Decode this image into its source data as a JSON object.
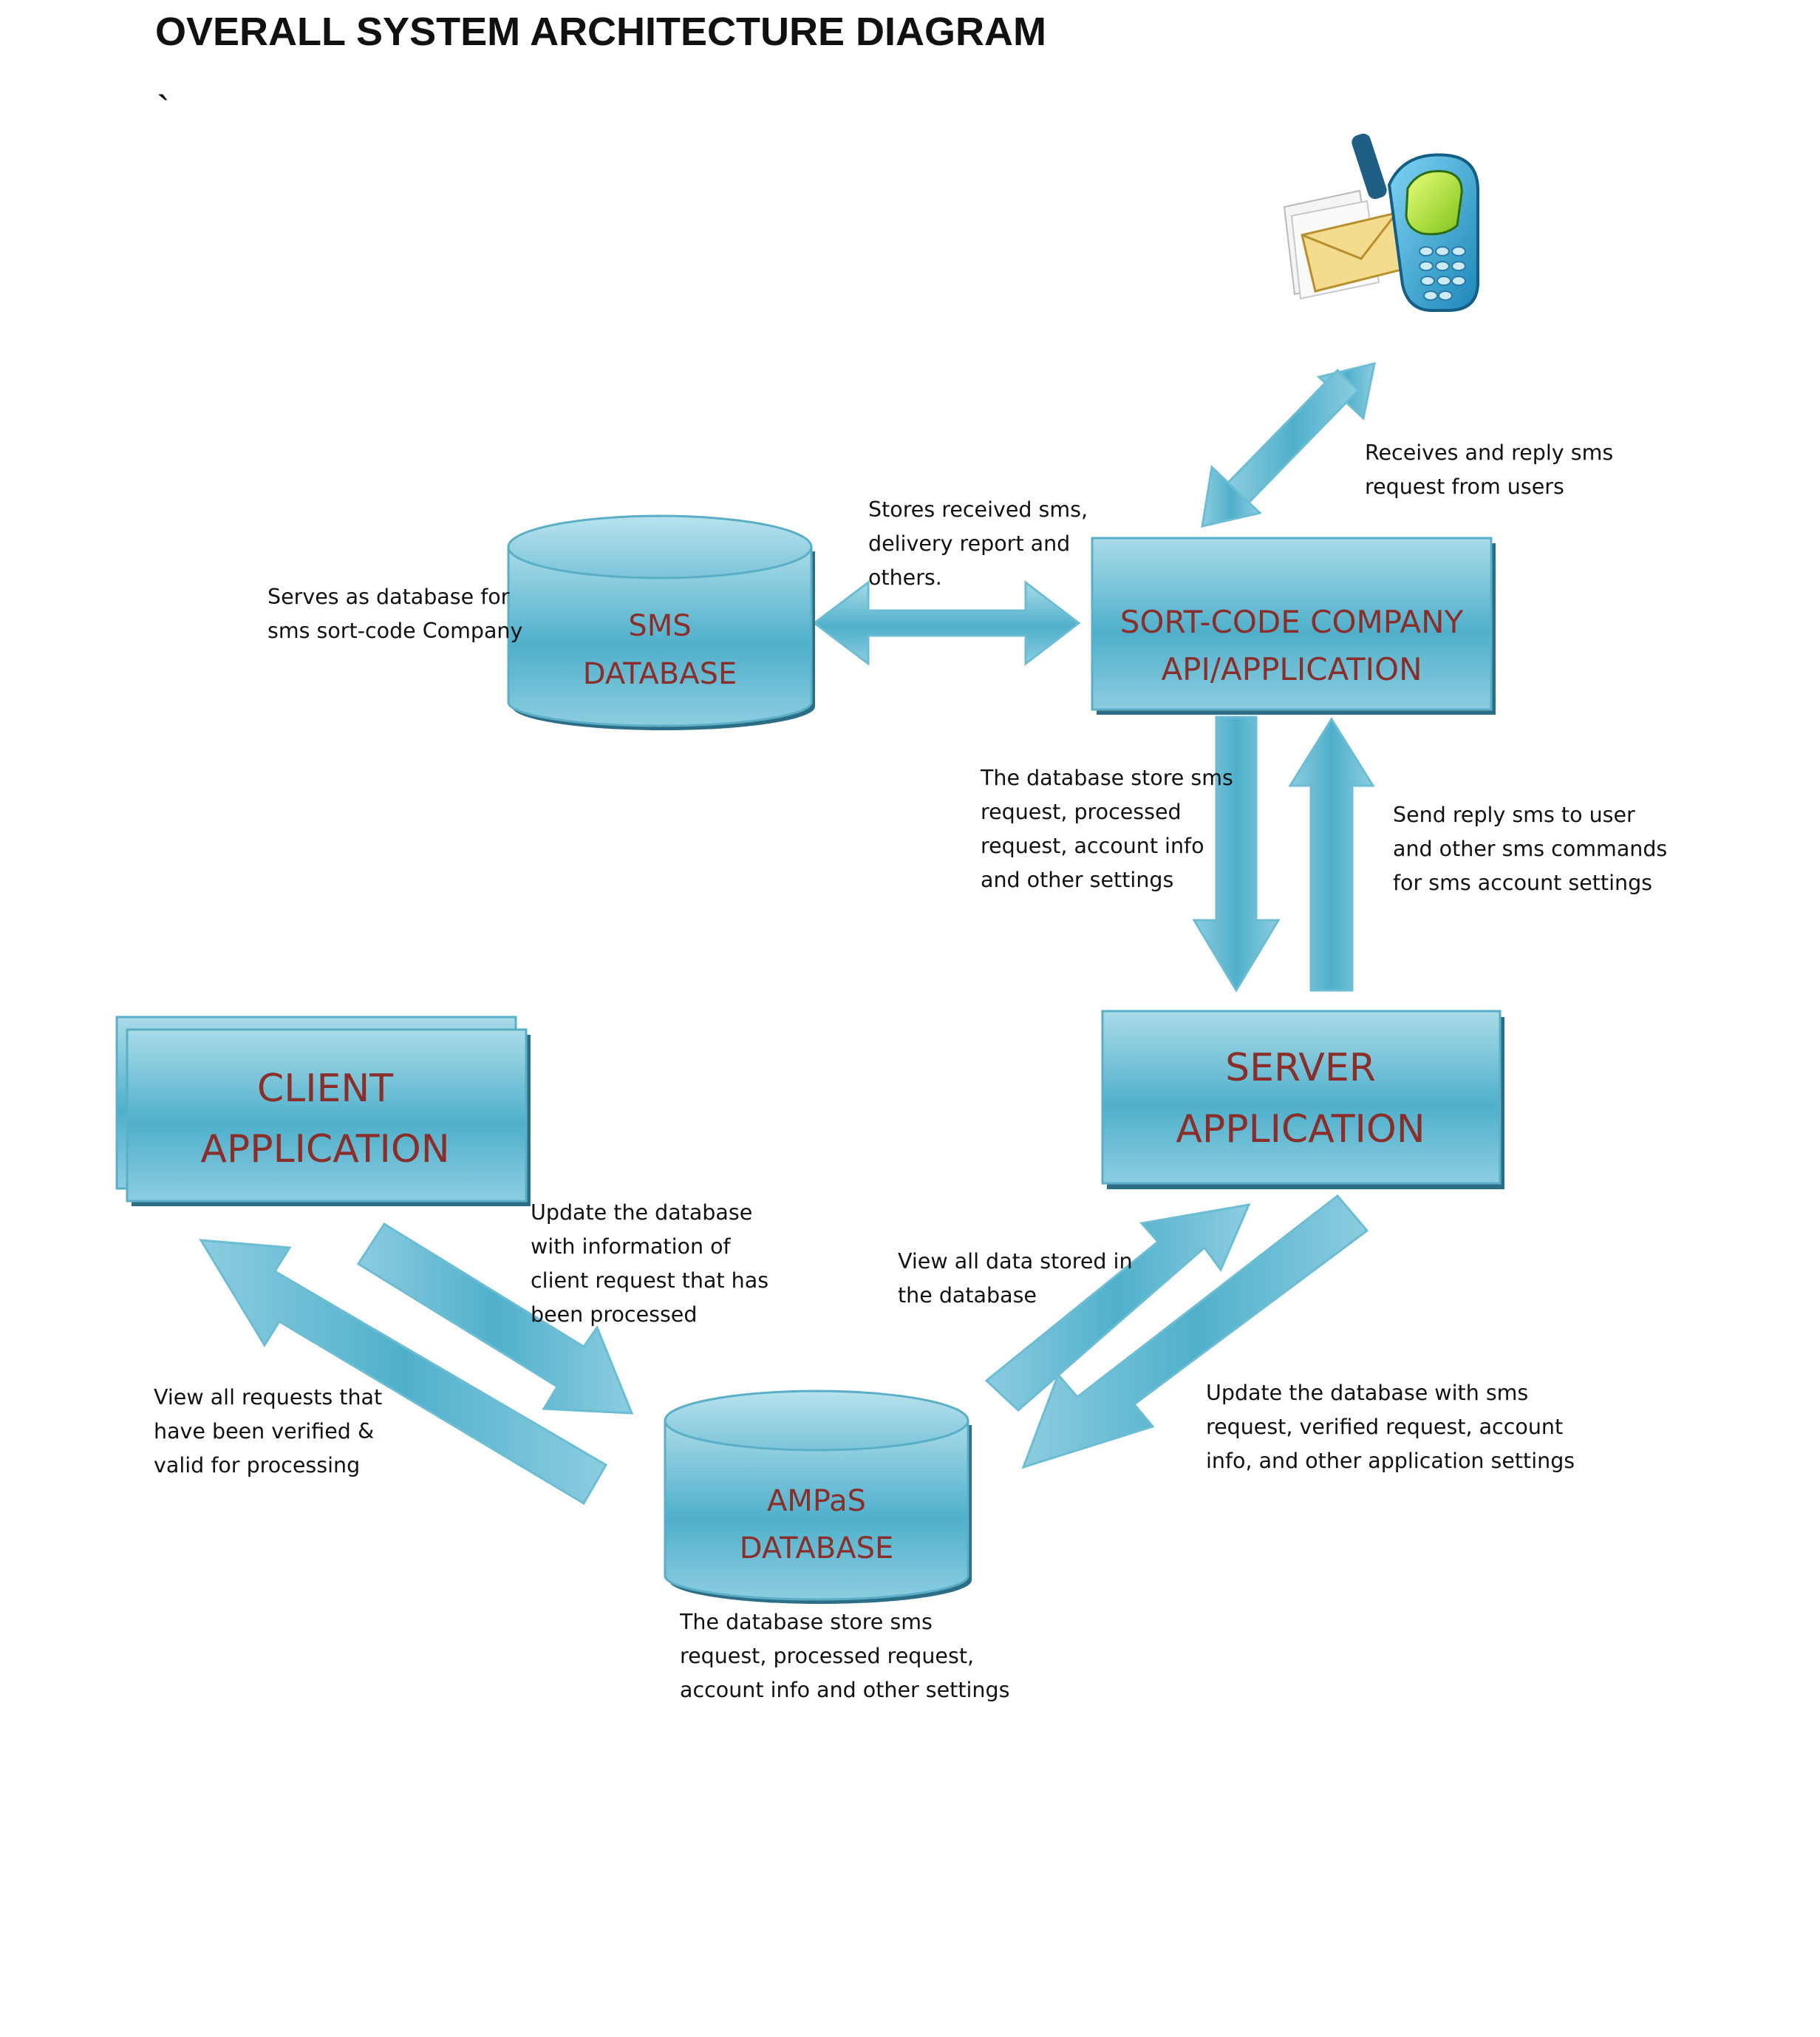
{
  "title": "OVERALL SYSTEM ARCHITECTURE DIAGRAM",
  "stray_mark": "`",
  "nodes": {
    "sms_database": {
      "line1": "SMS",
      "line2": "DATABASE"
    },
    "sort_code": {
      "line1": "SORT-CODE COMPANY",
      "line2": "API/APPLICATION"
    },
    "server": {
      "line1": "SERVER",
      "line2": "APPLICATION"
    },
    "client": {
      "line1": "CLIENT",
      "line2": "APPLICATION"
    },
    "ampas_database": {
      "line1": "AMPaS",
      "line2": "DATABASE"
    }
  },
  "notes": {
    "phone": [
      "Receives and reply sms",
      "request from users"
    ],
    "sms_link": [
      "Stores received sms,",
      "delivery report and",
      "others."
    ],
    "sms_db": [
      "Serves as database for",
      "sms sort-code Company"
    ],
    "to_server": [
      "The database store sms",
      "request, processed",
      "request, account info",
      "and other settings"
    ],
    "from_server": [
      "Send reply sms to user",
      "and other sms commands",
      "for sms account settings"
    ],
    "client_update": [
      "Update the database",
      "with information of",
      "client request that has",
      "been processed"
    ],
    "client_view": [
      "View all requests that",
      "have been verified &",
      "valid for processing"
    ],
    "server_view": [
      "View all data stored in",
      "the database"
    ],
    "server_update": [
      "Update the database with sms",
      "request, verified request, account",
      "info, and other application settings"
    ],
    "ampas_db": [
      "The database store sms",
      "request, processed request,",
      "account info and other settings"
    ]
  },
  "colors": {
    "node_fill_light": "#96d1e1",
    "node_fill_mid": "#4fb0cb",
    "node_stroke": "#3a8fa8",
    "label_text": "#8b2e2a"
  },
  "icons": [
    "sms-phone-envelope-icon"
  ]
}
